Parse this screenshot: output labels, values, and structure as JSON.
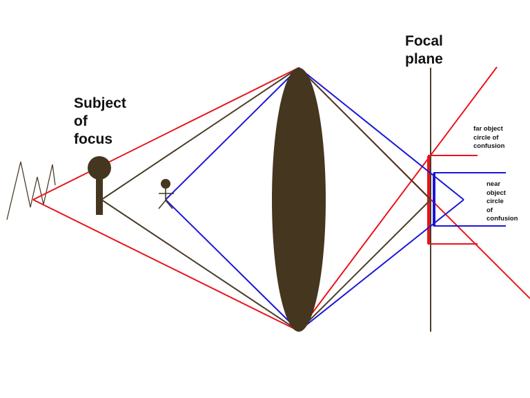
{
  "labels": {
    "subject_of_focus": "Subject\nof\nfocus",
    "focal_plane": "Focal\nplane",
    "far_object_coc": "far object\ncircle of\nconfusion",
    "near_object_coc": "near\nobject\ncircle\nof\nconfusion"
  },
  "colors": {
    "far_rays": "#e8141c",
    "subject_rays": "#4a3d2a",
    "near_rays": "#1a16d6",
    "lens_fill": "#45361f",
    "focal_plane_line": "#4a3d2a",
    "mountain": "#4a3d2a",
    "background": "#ffffff"
  }
}
